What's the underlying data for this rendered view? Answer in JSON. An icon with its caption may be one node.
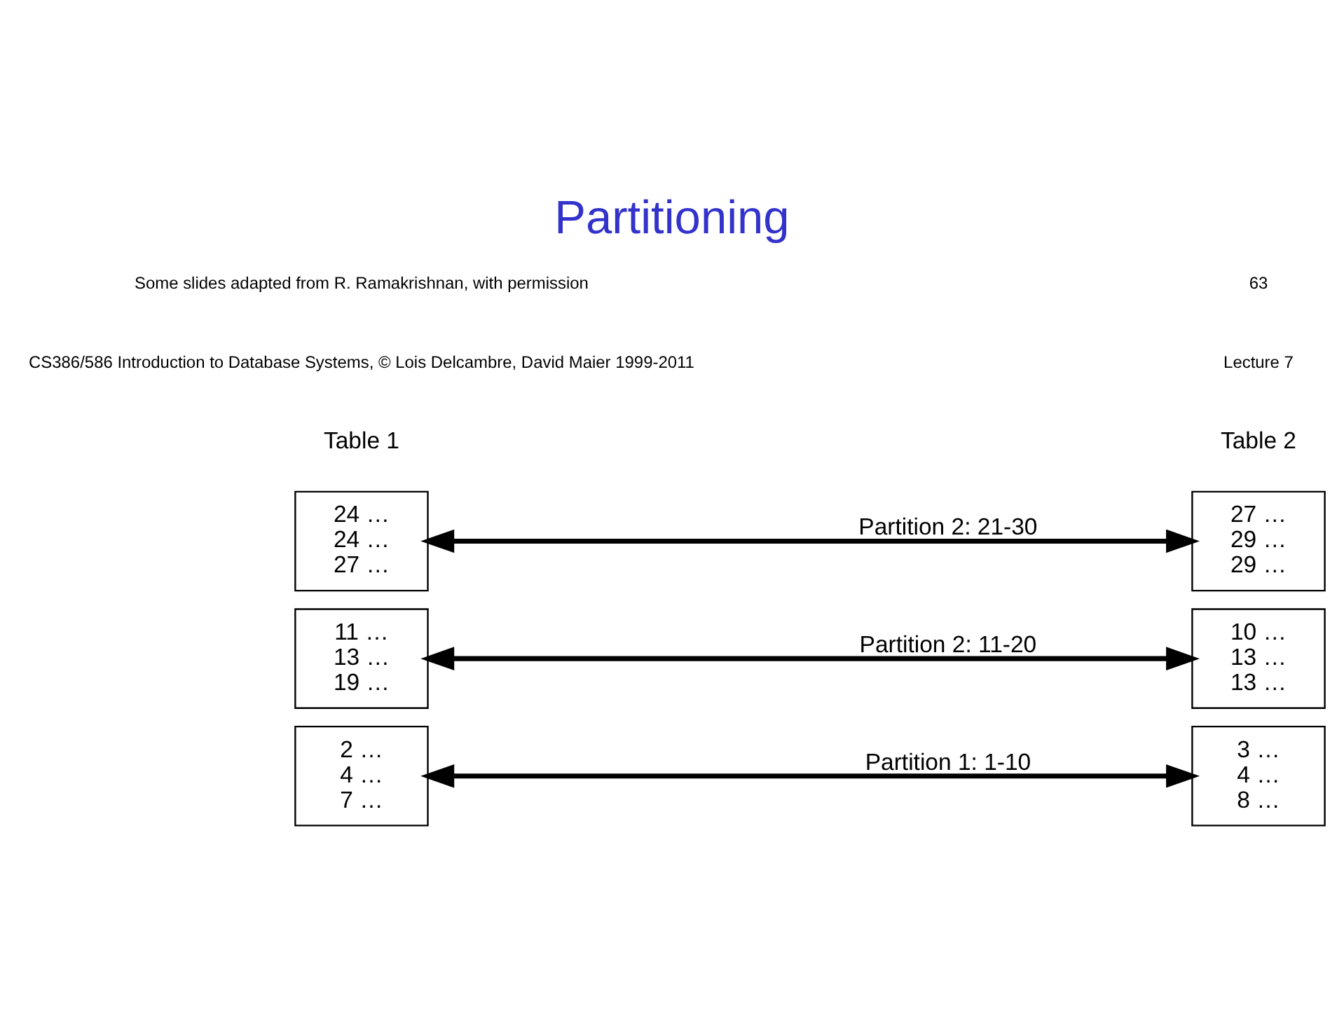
{
  "diagram": {
    "title": "Partitioning",
    "nodes": [
      {
        "text": [
          "2 …",
          "4 …",
          "7 …"
        ]
      },
      {
        "text": [
          "3 …",
          "4 …",
          "8 …"
        ]
      },
      {
        "text": [
          "11 …",
          "13 …",
          "19 …"
        ]
      },
      {
        "text": [
          "10 …",
          "13 …",
          "13 …"
        ]
      },
      {
        "text": [
          "24 …",
          "24 …",
          "27 …"
        ]
      },
      {
        "text": [
          "27 …",
          "29 …",
          "29 …"
        ]
      }
    ],
    "edges": [
      {
        "from": 0,
        "to": 1,
        "arrow": "both",
        "label": "Partition 1: 1-10"
      },
      {
        "from": 2,
        "to": 3,
        "arrow": "both",
        "label": "Partition 2: 11-20"
      },
      {
        "from": 4,
        "to": 5,
        "arrow": "both",
        "label": "Partition 2: 21-30"
      }
    ],
    "labels": [
      "Table 1",
      "Table 2",
      "CS386/586 Introduction to Database Systems, © Lois Delcambre, David Maier 1999-2011",
      "Some slides adapted from R. Ramakrishnan, with permission",
      "Lecture 7",
      "63"
    ]
  }
}
